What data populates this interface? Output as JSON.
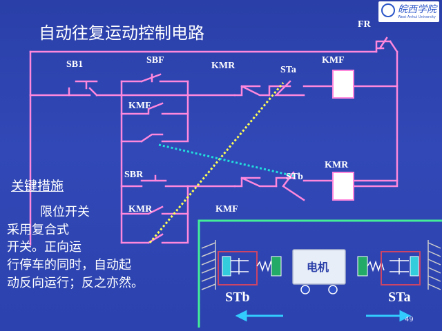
{
  "slide": {
    "title": "自动往复运动控制电路",
    "page_number": "49"
  },
  "logo": {
    "text_cn": "皖西学院",
    "text_en": "West Anhui University"
  },
  "circuit_labels": {
    "fr": "FR",
    "sb1": "SB1",
    "sbf": "SBF",
    "kmr_top": "KMR",
    "sta_top": "STa",
    "kmf_coil": "KMF",
    "kmf_hold": "KMF",
    "sbr": "SBR",
    "stb_mid": "STb",
    "kmr_coil": "KMR",
    "kmr_hold": "KMR",
    "kmf_interlock": "KMF"
  },
  "key_measure": {
    "heading": "关键措施",
    "lines": [
      "限位开关",
      "采用复合式",
      "开关。正向运",
      "行停车的同时，自动起",
      "动反向运行；反之亦然。"
    ]
  },
  "machine": {
    "motor_label": "电机",
    "left_switch": "STb",
    "right_switch": "STa"
  },
  "colors": {
    "background": "#3148b6",
    "wire": "#ff88dd",
    "yellow_dotted": "#ffff55",
    "cyan_dotted": "#22dddd",
    "panel_border": "#44ee99",
    "coil_fill": "#ffffff",
    "arrow": "#33ccff"
  }
}
